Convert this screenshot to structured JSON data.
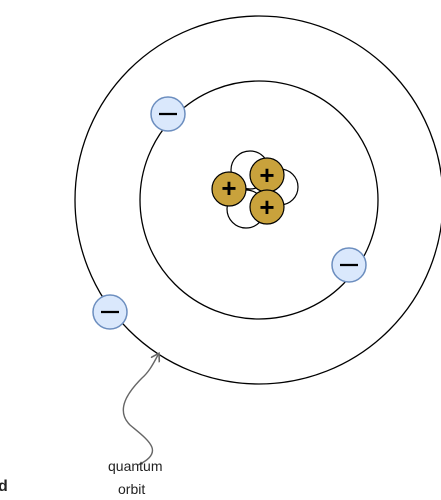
{
  "annotation": {
    "line1": "quantum",
    "line2": "orbit",
    "edge_glyph": "d"
  },
  "particles": {
    "proton_symbol": "+",
    "electron_symbol": "−"
  },
  "colors": {
    "proton_fill": "#C9A23C",
    "neutron_fill": "#FFFFFF",
    "electron_fill": "#DAE8FC",
    "electron_stroke": "#6C8EBF",
    "orbit_stroke": "#000000",
    "arrow_stroke": "#666666"
  }
}
